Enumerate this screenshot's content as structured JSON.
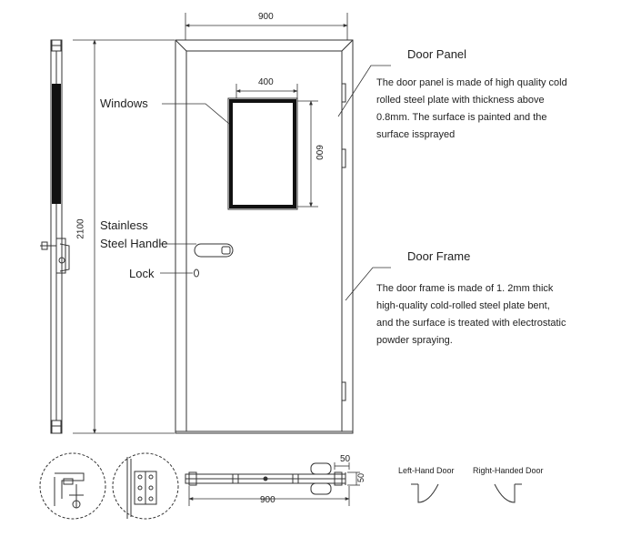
{
  "dimensions": {
    "door_width": "900",
    "door_height": "2100",
    "window_width": "400",
    "window_height": "600",
    "frame_depth": "50",
    "frame_side": "50",
    "section_width": "900"
  },
  "callouts": {
    "windows": "Windows",
    "handle_line1": "Stainless",
    "handle_line2": "Steel Handle",
    "lock": "Lock"
  },
  "door_panel": {
    "heading": "Door Panel",
    "text": "The door panel is made of high quality cold rolled steel plate with thickness above 0.8mm. The surface is painted and the surface issprayed"
  },
  "door_frame": {
    "heading": "Door Frame",
    "text": "The door frame is made of 1. 2mm thick high-quality cold-rolled steel plate bent, and the surface is treated with electrostatic powder spraying."
  },
  "swing": {
    "left": "Left-Hand Door",
    "right": "Right-Handed Door"
  },
  "colors": {
    "line": "#333333",
    "side_fill": "#111111"
  }
}
